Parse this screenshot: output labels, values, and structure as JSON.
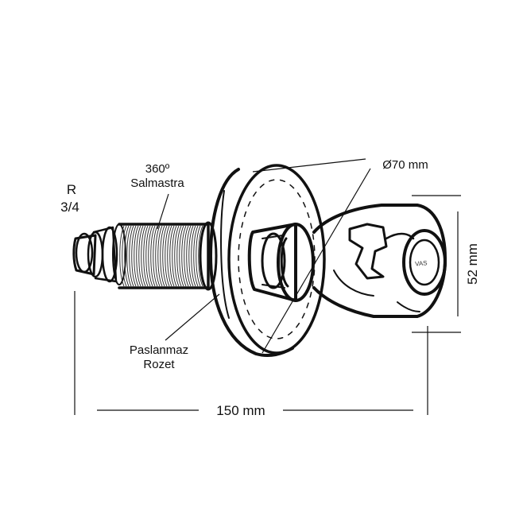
{
  "labels": {
    "thread_top": "R",
    "thread_bottom": "3/4",
    "salmastra_top": "360º",
    "salmastra_bottom": "Salmastra",
    "rozet_top": "Paslanmaz",
    "rozet_bottom": "Rozet",
    "diameter": "Ø70 mm",
    "height": "52 mm",
    "length": "150 mm"
  }
}
